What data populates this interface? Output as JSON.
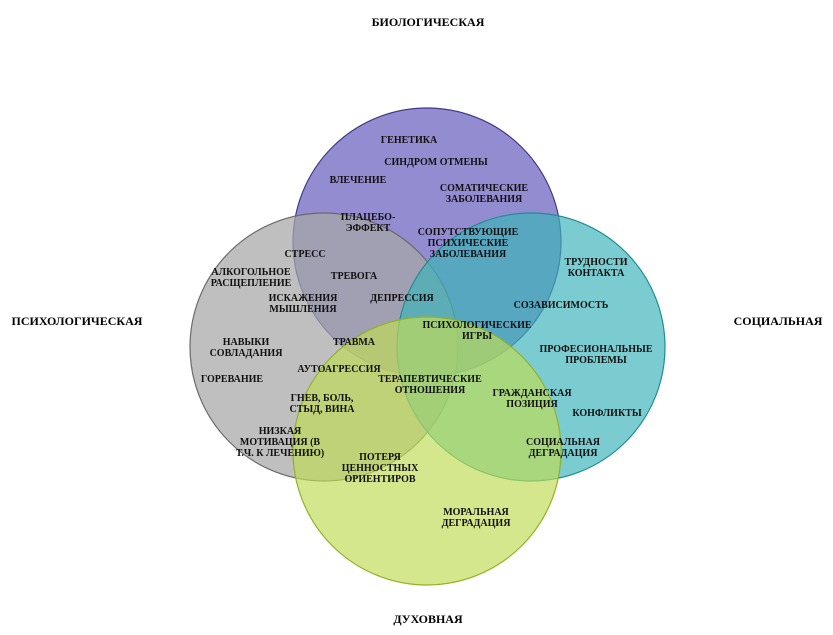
{
  "diagram": {
    "type": "venn",
    "colors": {
      "bio_fill": "#7b73c6",
      "bio_stroke": "#3e3a86",
      "psy_fill": "#a6a6a6",
      "psy_stroke": "#6b6b6b",
      "soc_fill": "#3db4b9",
      "soc_stroke": "#1f8e93",
      "spi_fill": "#bfdc55",
      "spi_stroke": "#93b128"
    },
    "labels": {
      "bio": "БИОЛОГИЧЕСКАЯ",
      "psy": "ПСИХОЛОГИЧЕСКАЯ",
      "soc": "СОЦИАЛЬНАЯ",
      "spi": "ДУХОВНАЯ"
    },
    "terms": {
      "genetika": [
        "ГЕНЕТИКА"
      ],
      "sindrom": [
        "СИНДРОМ ОТМЕНЫ"
      ],
      "vlechenie": [
        "ВЛЕЧЕНИЕ"
      ],
      "somaticheskie": [
        "СОМАТИЧЕСКИЕ",
        "ЗАБОЛЕВАНИЯ"
      ],
      "placebo": [
        "ПЛАЦЕБО-",
        "ЭФФЕКТ"
      ],
      "soputstvuyushie": [
        "СОПУТСТВУЮЩИЕ",
        "ПСИХИЧЕСКИЕ",
        "ЗАБОЛЕВАНИЯ"
      ],
      "stress": [
        "СТРЕСС"
      ],
      "alkogolnoe": [
        "АЛКОГОЛЬНОЕ",
        "РАСЩЕПЛЕНИЕ"
      ],
      "trevoga": [
        "ТРЕВОГА"
      ],
      "trudnosti": [
        "ТРУДНОСТИ",
        "КОНТАКТА"
      ],
      "iskazheniya": [
        "ИСКАЖЕНИЯ",
        "МЫШЛЕНИЯ"
      ],
      "depressiya": [
        "ДЕПРЕССИЯ"
      ],
      "sozavisimost": [
        "СОЗАВИСИМОСТЬ"
      ],
      "psihologicheskie_igry": [
        "ПСИХОЛОГИЧЕСКИЕ",
        "ИГРЫ"
      ],
      "navyki": [
        "НАВЫКИ",
        "СОВЛАДАНИЯ"
      ],
      "travma": [
        "ТРАВМА"
      ],
      "profesionalnye": [
        "ПРОФЕСИОНАЛЬНЫЕ",
        "ПРОБЛЕМЫ"
      ],
      "autoagressiya": [
        "АУТОАГРЕССИЯ"
      ],
      "gorevanie": [
        "ГОРЕВАНИЕ"
      ],
      "terapevticheskie": [
        "ТЕРАПЕВТИЧЕСКИЕ",
        "ОТНОШЕНИЯ"
      ],
      "grazhdanskaya": [
        "ГРАЖДАНСКАЯ",
        "ПОЗИЦИЯ"
      ],
      "gnev": [
        "ГНЕВ, БОЛЬ,",
        "СТЫД, ВИНА"
      ],
      "konflikty": [
        "КОНФЛИКТЫ"
      ],
      "nizkaya": [
        "НИЗКАЯ",
        "МОТИВАЦИЯ (В",
        "Т.Ч. К ЛЕЧЕНИЮ)"
      ],
      "socialnaya_degradaciya": [
        "СОЦИАЛЬНАЯ",
        "ДЕГРАДАЦИЯ"
      ],
      "poterya": [
        "ПОТЕРЯ",
        "ЦЕННОСТНЫХ",
        "ОРИЕНТИРОВ"
      ],
      "moralnaya": [
        "МОРАЛЬНАЯ",
        "ДЕГРАДАЦИЯ"
      ]
    }
  }
}
